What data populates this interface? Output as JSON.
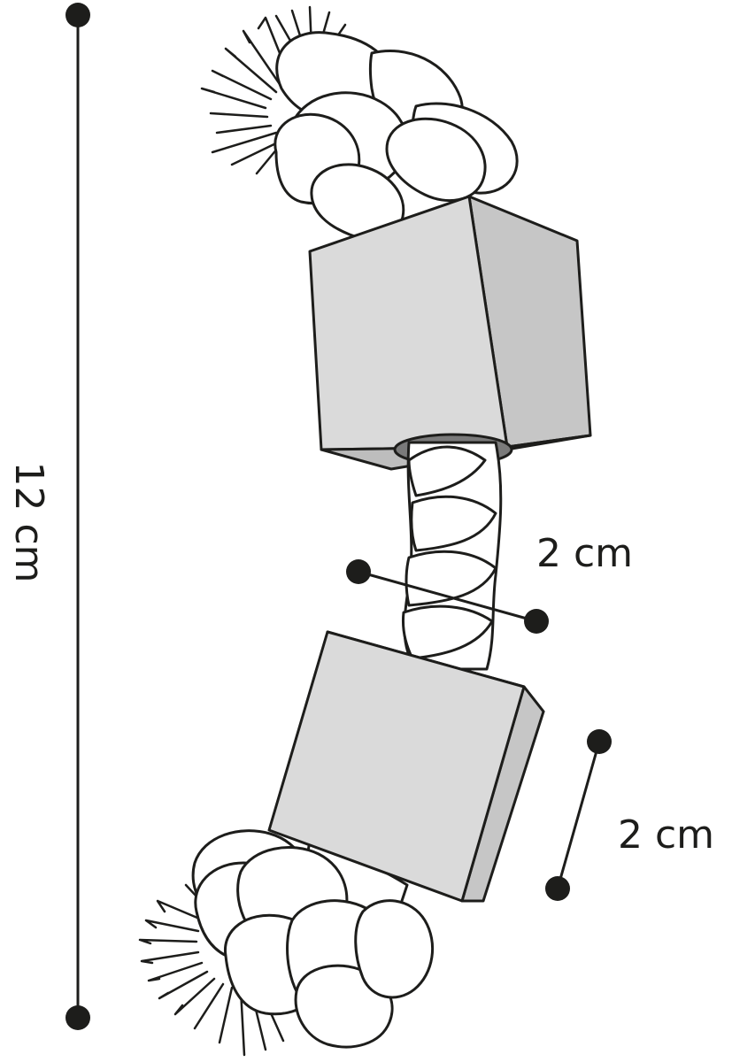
{
  "dimensions": {
    "length": {
      "label": "12 cm"
    },
    "rope_diameter": {
      "label": "2 cm"
    },
    "cube_edge": {
      "label": "2 cm"
    }
  },
  "colors": {
    "ink": "#1d1d1b",
    "cube_front": "#dadada",
    "cube_top": "#e4e4e4",
    "cube_side": "#c6c6c6",
    "cube_bottom": "#bdbdbd",
    "hole": "#7a7a7a",
    "rope": "#ffffff"
  }
}
